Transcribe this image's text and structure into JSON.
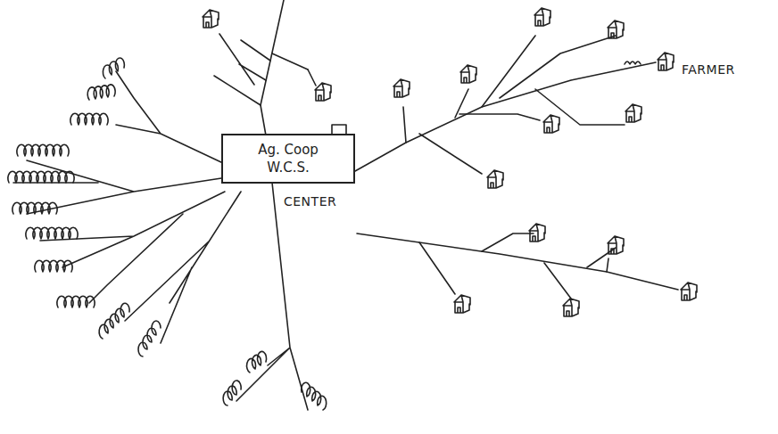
{
  "diagram": {
    "nodes": [
      {
        "text": [
          "Ag. Coop",
          "W.C.S."
        ]
      }
    ],
    "labels": [
      "CENTER",
      "FARMER"
    ]
  }
}
